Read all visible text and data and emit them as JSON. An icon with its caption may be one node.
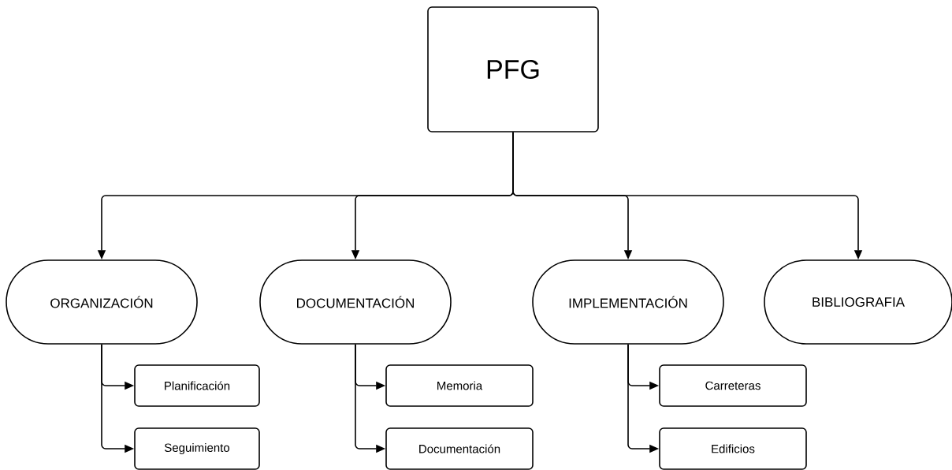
{
  "diagram": {
    "nodes": [
      {
        "text": [
          "PFG"
        ]
      },
      {
        "text": [
          "ORGANIZACIÓN"
        ]
      },
      {
        "text": [
          "DOCUMENTACIÓN"
        ]
      },
      {
        "text": [
          "IMPLEMENTACIÓN"
        ]
      },
      {
        "text": [
          "BIBLIOGRAFIA"
        ]
      },
      {
        "text": [
          "Planificación"
        ]
      },
      {
        "text": [
          "Seguimiento"
        ]
      },
      {
        "text": [
          "Memoria"
        ]
      },
      {
        "text": [
          "Documentación"
        ]
      },
      {
        "text": [
          "Carreteras"
        ]
      },
      {
        "text": [
          "Edificios"
        ]
      }
    ],
    "edges": [
      {
        "from": 0,
        "to": 1,
        "arrow": "to"
      },
      {
        "from": 0,
        "to": 2,
        "arrow": "to"
      },
      {
        "from": 0,
        "to": 3,
        "arrow": "to"
      },
      {
        "from": 0,
        "to": 4,
        "arrow": "to"
      },
      {
        "from": 1,
        "to": 5,
        "arrow": "to"
      },
      {
        "from": 1,
        "to": 6,
        "arrow": "to"
      },
      {
        "from": 2,
        "to": 7,
        "arrow": "to"
      },
      {
        "from": 2,
        "to": 8,
        "arrow": "to"
      },
      {
        "from": 3,
        "to": 9,
        "arrow": "to"
      },
      {
        "from": 3,
        "to": 10,
        "arrow": "to"
      }
    ]
  }
}
